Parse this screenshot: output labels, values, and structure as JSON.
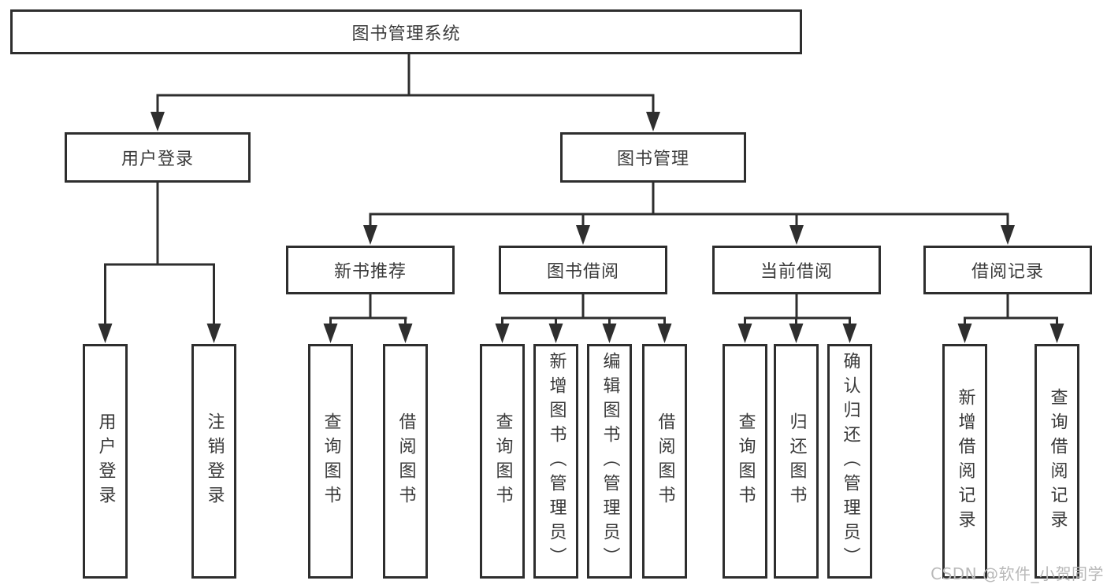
{
  "root": {
    "label": "图书管理系统"
  },
  "branches": [
    {
      "label": "用户登录",
      "leaves": [
        {
          "label": "用户登录"
        },
        {
          "label": "注销登录"
        }
      ]
    },
    {
      "label": "图书管理",
      "groups": [
        {
          "label": "新书推荐",
          "leaves": [
            {
              "label": "查询图书"
            },
            {
              "label": "借阅图书"
            }
          ]
        },
        {
          "label": "图书借阅",
          "leaves": [
            {
              "label": "查询图书"
            },
            {
              "label": "新增图书（管理员）"
            },
            {
              "label": "编辑图书（管理员）"
            },
            {
              "label": "借阅图书"
            }
          ]
        },
        {
          "label": "当前借阅",
          "leaves": [
            {
              "label": "查询图书"
            },
            {
              "label": "归还图书"
            },
            {
              "label": "确认归还（管理员）"
            }
          ]
        },
        {
          "label": "借阅记录",
          "leaves": [
            {
              "label": "新增借阅记录"
            },
            {
              "label": "查询借阅记录"
            }
          ]
        }
      ]
    }
  ],
  "watermark": {
    "text": "CSDN @软件_小贺同学"
  },
  "colors": {
    "line": "#2e2e2e",
    "text": "#3a3a3a",
    "watermark": "#b9b9b9",
    "background": "#ffffff"
  }
}
